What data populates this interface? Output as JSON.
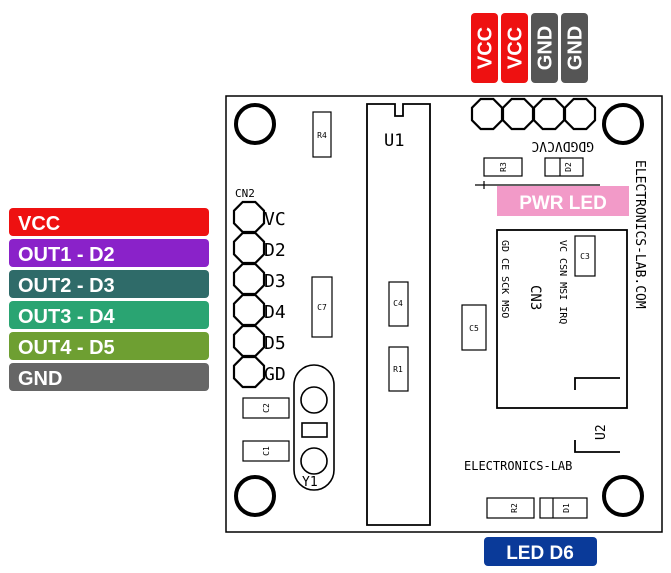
{
  "pin_labels_left": [
    {
      "text": "VCC",
      "color": "#ee1111"
    },
    {
      "text": "OUT1 - D2",
      "color": "#8a22c9"
    },
    {
      "text": "OUT2 - D3",
      "color": "#2f6b69"
    },
    {
      "text": "OUT3 - D4",
      "color": "#2aa472"
    },
    {
      "text": "OUT4 - D5",
      "color": "#6e9f32"
    },
    {
      "text": "GND",
      "color": "#666666"
    }
  ],
  "pin_labels_top": [
    {
      "text": "VCC",
      "color": "#ee1111"
    },
    {
      "text": "VCC",
      "color": "#ee1111"
    },
    {
      "text": "GND",
      "color": "#555555"
    },
    {
      "text": "GND",
      "color": "#555555"
    }
  ],
  "cn2": {
    "title": "CN2",
    "pins": [
      "VC",
      "D2",
      "D3",
      "D4",
      "D5",
      "GD"
    ]
  },
  "header_top_silk": "GDGDVCVC",
  "u1": "U1",
  "u2": "U2",
  "y1": "Y1",
  "cn3": {
    "title": "CN3",
    "pins_row1": "GD  CE  SCK MSO",
    "pins_row2": "VC  CSN MSI IRQ"
  },
  "components": {
    "r1": "R1",
    "r2": "R2",
    "r3": "R3",
    "r4": "R4",
    "c1": "C1",
    "c2": "C2",
    "c3": "C3",
    "c4": "C4",
    "c5": "C5",
    "c7": "C7",
    "d1": "D1",
    "d2": "D2"
  },
  "brand_vertical": "ELECTRONICS-LAB.COM",
  "brand_bottom": "ELECTRONICS-LAB",
  "pwr_led_badge": {
    "text": "PWR LED",
    "color": "#f29ac8"
  },
  "led_d6_badge": {
    "text": "LED D6",
    "color": "#0a3a99"
  }
}
